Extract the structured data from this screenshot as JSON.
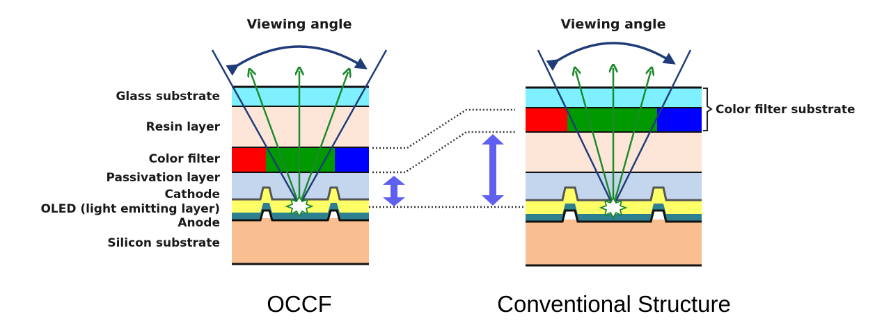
{
  "colors": {
    "glass": "#7ff0ff",
    "resin": "#fde6d8",
    "red": "#ff0000",
    "green": "#009a00",
    "blue": "#0000ff",
    "passivation": "#c4d6ee",
    "oled": "#ffff66",
    "anode": "#2e7f8f",
    "silicon": "#f9bf91",
    "sight_line": "#1f3c78",
    "light_ray": "#1c8a2a",
    "distance_arrow": "#6060f0"
  },
  "left": {
    "viewing_angle_label": "Viewing angle",
    "caption": "OCCF",
    "layer_labels": [
      "Glass substrate",
      "Resin layer",
      "Color filter",
      "Passivation layer",
      "Cathode",
      "OLED (light emitting layer)",
      "Anode",
      "Silicon substrate"
    ]
  },
  "right": {
    "viewing_angle_label": "Viewing angle",
    "caption": "Conventional Structure",
    "bracket_label": "Color filter substrate"
  }
}
